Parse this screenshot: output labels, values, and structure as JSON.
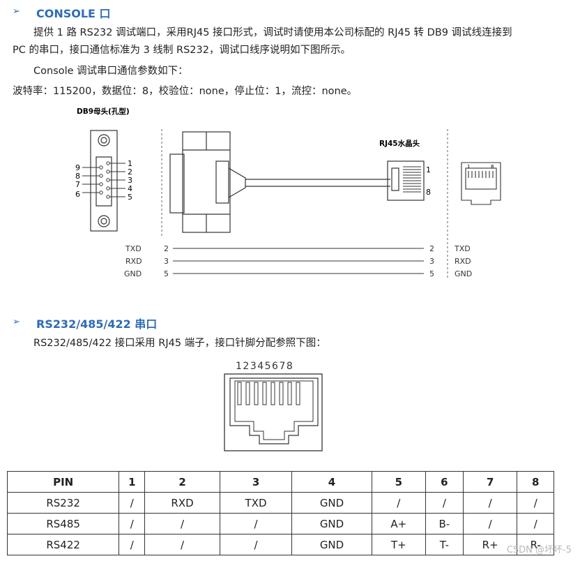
{
  "console": {
    "bullet": "➢",
    "heading": "CONSOLE 口",
    "para1_line1": "提供 1 路 RS232 调试端口，采用RJ45 接口形式，调试时请使用本公司标配的 RJ45 转 DB9 调试线连接到",
    "para1_line2": "PC 的串口，接口通信标准为 3 线制 RS232，调试口线序说明如下图所示。",
    "para2": "Console 调试串口通信参数如下：",
    "params": "波特率：115200，数据位：8，校验位：none，停止位：1，流控：none。"
  },
  "diagram1": {
    "db9_label": "DB9母头(孔型)",
    "rj45_label": "RJ45水晶头",
    "db9_pins_right": [
      "1",
      "2",
      "3",
      "4",
      "5"
    ],
    "db9_pins_left": [
      "9",
      "8",
      "7",
      "6"
    ],
    "rj45_pin_top": "1",
    "rj45_pin_bottom": "8",
    "jack_pin_left": "1",
    "jack_pin_right": "8",
    "signals": [
      {
        "name": "TXD",
        "left": "2",
        "right": "2",
        "name_right": "TXD"
      },
      {
        "name": "RXD",
        "left": "3",
        "right": "3",
        "name_right": "RXD"
      },
      {
        "name": "GND",
        "left": "5",
        "right": "5",
        "name_right": "GND"
      }
    ]
  },
  "serial": {
    "bullet": "➢",
    "heading": "RS232/485/422 串口",
    "para": "RS232/485/422 接口采用 RJ45 端子，接口针脚分配参照下图：",
    "pin_numbers": "12345678"
  },
  "table": {
    "headers": [
      "PIN",
      "1",
      "2",
      "3",
      "4",
      "5",
      "6",
      "7",
      "8"
    ],
    "rows": [
      [
        "RS232",
        "/",
        "RXD",
        "TXD",
        "GND",
        "/",
        "/",
        "/",
        "/"
      ],
      [
        "RS485",
        "/",
        "/",
        "/",
        "GND",
        "A+",
        "B-",
        "/",
        "/"
      ],
      [
        "RS422",
        "/",
        "/",
        "/",
        "GND",
        "T+",
        "T-",
        "R+",
        "R-"
      ]
    ]
  },
  "watermark": "CSDN @坏坏-5"
}
